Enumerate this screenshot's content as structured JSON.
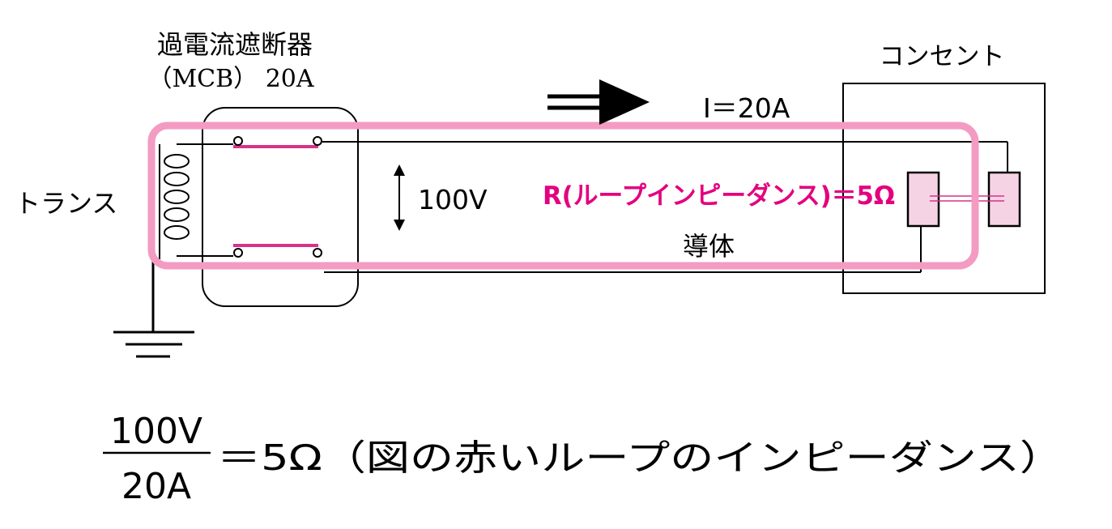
{
  "labels": {
    "breaker_name": "過電流遮断器",
    "breaker_spec": "（MCB） 20A",
    "transformer": "トランス",
    "outlet": "コンセント",
    "current": "I＝20A",
    "voltage": "100V",
    "loop_resistance": "R(ループインピーダンス)＝5Ω",
    "conductor": "導体"
  },
  "formula": {
    "numerator": "100V",
    "denominator": "20A",
    "result": "＝5Ω（図の赤いループのインピーダンス）"
  },
  "colors": {
    "line": "#000000",
    "loop": "#f39bc3",
    "contact": "#d6338a",
    "label_accent": "#e3007f",
    "receptacle_fill": "#f6d3e4"
  },
  "icons": {
    "current_arrow": "double-line-right-arrow",
    "voltage_arrow": "double-headed-vertical-arrow",
    "ground": "ground-symbol"
  }
}
